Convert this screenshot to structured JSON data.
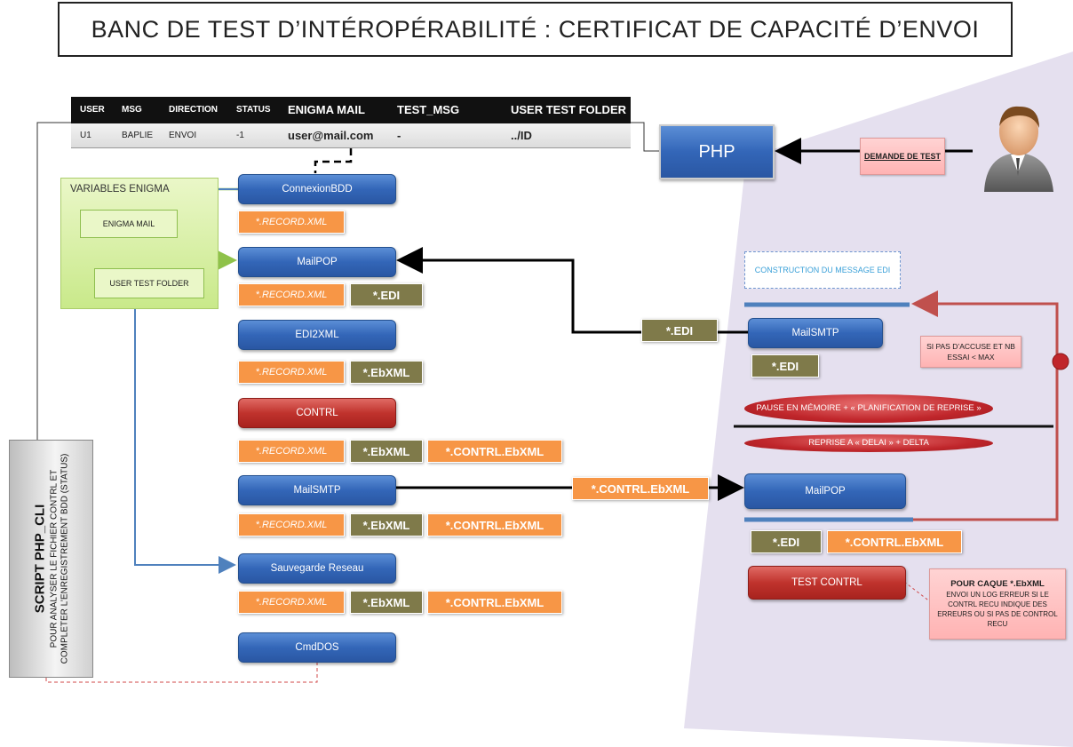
{
  "title": "BANC DE TEST D’INTÉROPÉRABILITÉ : CERTIFICAT DE CAPACITÉ D’ENVOI",
  "table": {
    "headers": [
      "USER",
      "MSG",
      "DIRECTION",
      "STATUS",
      "ENIGMA MAIL",
      "TEST_MSG",
      "USER TEST FOLDER"
    ],
    "row": [
      "U1",
      "BAPLIE",
      "ENVOI",
      "-1",
      "user@mail.com",
      "-",
      "../ID"
    ]
  },
  "php": {
    "label": "PHP"
  },
  "request_note": "DEMANDE DE TEST",
  "variables": {
    "title": "VARIABLES ENIGMA",
    "enigma_mail": "ENIGMA MAIL",
    "user_test_folder": "USER TEST FOLDER"
  },
  "steps": [
    {
      "label": "ConnexionBDD",
      "tags": [
        "*.RECORD.XML"
      ]
    },
    {
      "label": "MailPOP",
      "tags": [
        "*.RECORD.XML",
        "*.EDI"
      ]
    },
    {
      "label": "EDI2XML",
      "tags": [
        "*.RECORD.XML",
        "*.EbXML"
      ]
    },
    {
      "label": "CONTRL",
      "tags": [
        "*.RECORD.XML",
        "*.EbXML",
        "*.CONTRL.EbXML"
      ]
    },
    {
      "label": "MailSMTP",
      "tags": [
        "*.RECORD.XML",
        "*.EbXML",
        "*.CONTRL.EbXML"
      ]
    },
    {
      "label": "Sauvegarde Reseau",
      "tags": [
        "*.RECORD.XML",
        "*.EbXML",
        "*.CONTRL.EbXML"
      ]
    },
    {
      "label": "CmdDOS",
      "tags": []
    }
  ],
  "right": {
    "construction": "CONSTRUCTION DU MESSAGE EDI",
    "edi_transfer": "*.EDI",
    "mailsmtp": "MailSMTP",
    "mailsmtp_tag": "*.EDI",
    "retry_note": "SI PAS D’ACCUSE ET NB ESSAI < MAX",
    "pause": "PAUSE EN MÉMOIRE + « PLANIFICATION DE REPRISE »",
    "reprise": "REPRISE A « DELAI » + DELTA",
    "contrl_transfer": "*.CONTRL.EbXML",
    "mailpop": "MailPOP",
    "mailpop_tags": [
      "*.EDI",
      "*.CONTRL.EbXML"
    ],
    "test_contrl": "TEST CONTRL",
    "log_title": "POUR CAQUE *.EbXML",
    "log_text": "ENVOI UN LOG ERREUR SI LE CONTRL RECU INDIQUE DES ERREURS OU SI PAS DE CONTROL RECU"
  },
  "script": {
    "title": "SCRIPT PHP_CLI",
    "desc": "POUR ANALYSER LE FICHIER CONTRL ET COMPLETER L’ENREGISTREMENT BDD (STATUS)"
  },
  "colors": {
    "step_blue": "#3366b8",
    "step_red": "#c0332d",
    "tag_orange": "#f79646",
    "tag_olive": "#7f7a4a",
    "region_lavender": "#e4dff0",
    "variables_green": "#c9e98a"
  },
  "icons": [
    "user-avatar-icon"
  ]
}
